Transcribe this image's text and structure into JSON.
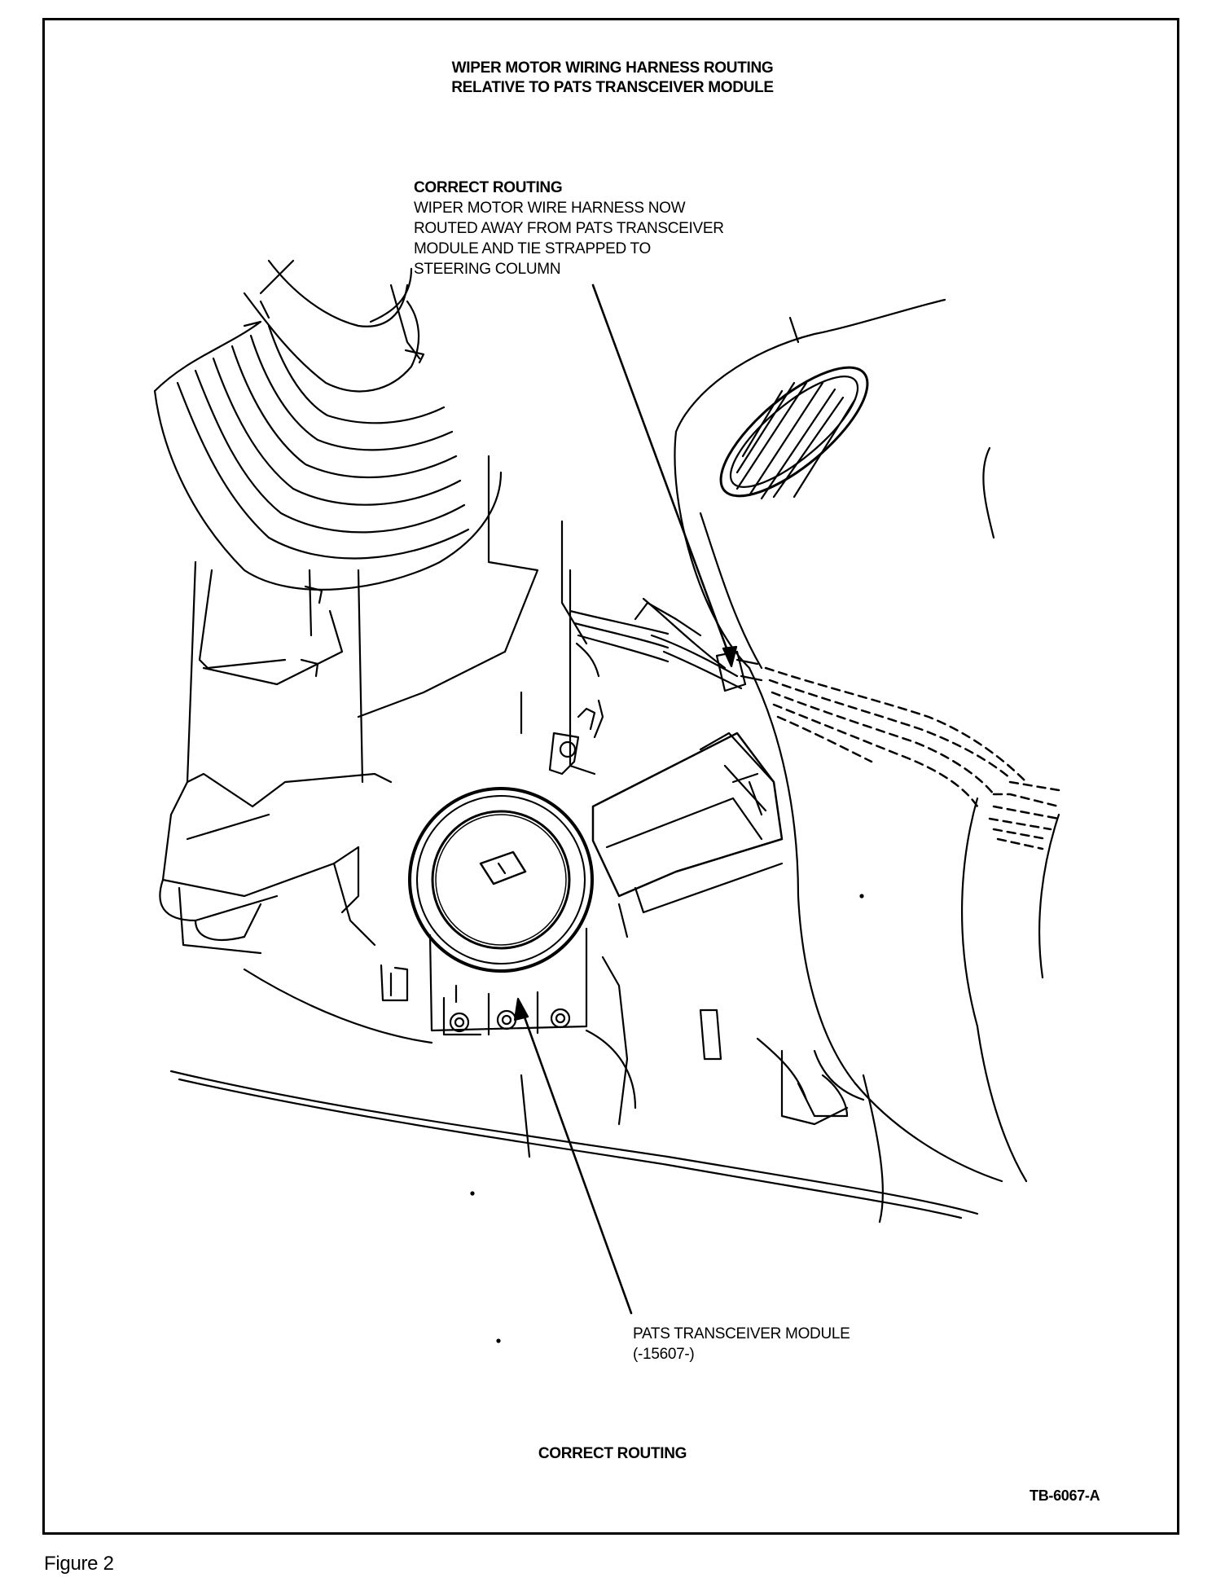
{
  "title": {
    "line1": "WIPER MOTOR WIRING HARNESS ROUTING",
    "line2": "RELATIVE TO PATS TRANSCEIVER MODULE"
  },
  "callouts": {
    "harness": {
      "heading": "CORRECT ROUTING",
      "lines": [
        "WIPER MOTOR WIRE HARNESS NOW",
        "ROUTED AWAY FROM PATS TRANSCEIVER",
        "MODULE AND TIE STRAPPED TO",
        "STEERING COLUMN"
      ]
    },
    "module": {
      "line1": "PATS TRANSCEIVER MODULE",
      "line2": "(-15607-)"
    }
  },
  "caption": "CORRECT ROUTING",
  "figure_id": "TB-6067-A",
  "figure_label": "Figure 2"
}
